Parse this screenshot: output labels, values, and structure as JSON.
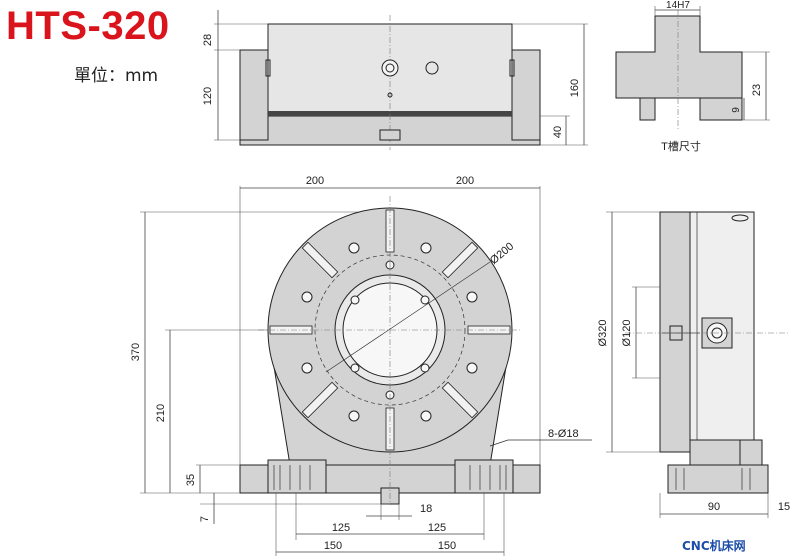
{
  "header": {
    "model": "HTS-320",
    "unit": "單位：mm"
  },
  "top_view": {
    "dims": {
      "d28": "28",
      "d120": "120",
      "d160": "160",
      "d40": "40"
    }
  },
  "t_slot": {
    "dims": {
      "width": "14H7",
      "d23": "23",
      "d9": "9"
    },
    "caption": "T槽尺寸"
  },
  "front_view": {
    "dims": {
      "left200": "200",
      "right200": "200",
      "d370": "370",
      "d210": "210",
      "d35": "35",
      "d7": "7",
      "dia200": "Ø200",
      "holes": "8-Ø18",
      "d18": "18",
      "l125": "125",
      "r125": "125",
      "l150": "150",
      "r150": "150"
    }
  },
  "side_view": {
    "dims": {
      "dia320": "Ø320",
      "dia120": "Ø120",
      "d90": "90",
      "d15": "15"
    }
  },
  "footer": {
    "watermark": "CNC机床网"
  },
  "colors": {
    "title": "#d9141c",
    "watermark": "#1d4fa8",
    "fill": "#d3d3d3"
  }
}
